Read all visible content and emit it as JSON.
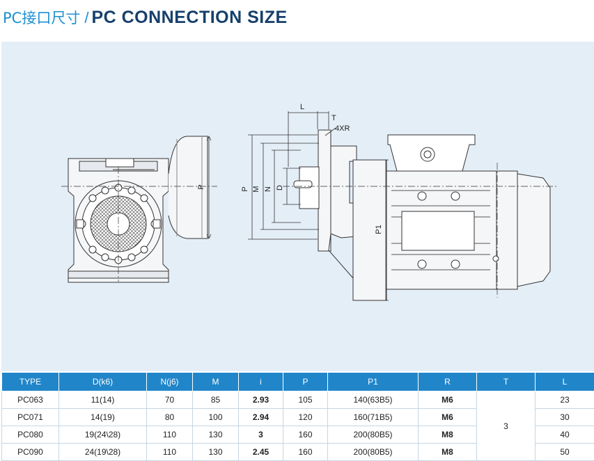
{
  "header": {
    "title_cn": "PC接口尺寸",
    "separator": "/",
    "title_en": "PC CONNECTION SIZE"
  },
  "drawing": {
    "labels": {
      "P": "P",
      "M": "M",
      "N": "N",
      "D": "D",
      "L": "L",
      "T": "T",
      "R": "4XR",
      "P1": "P1"
    }
  },
  "table": {
    "headers": [
      "TYPE",
      "D(k6)",
      "N(j6)",
      "M",
      "i",
      "P",
      "P1",
      "R",
      "T",
      "L"
    ],
    "rows": [
      {
        "type": "PC063",
        "d": "11(14)",
        "n": "70",
        "m": "85",
        "i": "2.93",
        "p": "105",
        "p1": "140(63B5)",
        "r": "M6",
        "l": "23"
      },
      {
        "type": "PC071",
        "d": "14(19)",
        "n": "80",
        "m": "100",
        "i": "2.94",
        "p": "120",
        "p1": "160(71B5)",
        "r": "M6",
        "l": "30"
      },
      {
        "type": "PC080",
        "d": "19(24\\28)",
        "n": "110",
        "m": "130",
        "i": "3",
        "p": "160",
        "p1": "200(80B5)",
        "r": "M8",
        "l": "40"
      },
      {
        "type": "PC090",
        "d": "24(19\\28)",
        "n": "110",
        "m": "130",
        "i": "2.45",
        "p": "160",
        "p1": "200(80B5)",
        "r": "M8",
        "l": "50"
      }
    ],
    "t_value": "3"
  },
  "colors": {
    "title_cn": "#1b8fd0",
    "title_en": "#16406b",
    "panel_bg": "#e4eef7",
    "table_header": "#2186c9"
  }
}
